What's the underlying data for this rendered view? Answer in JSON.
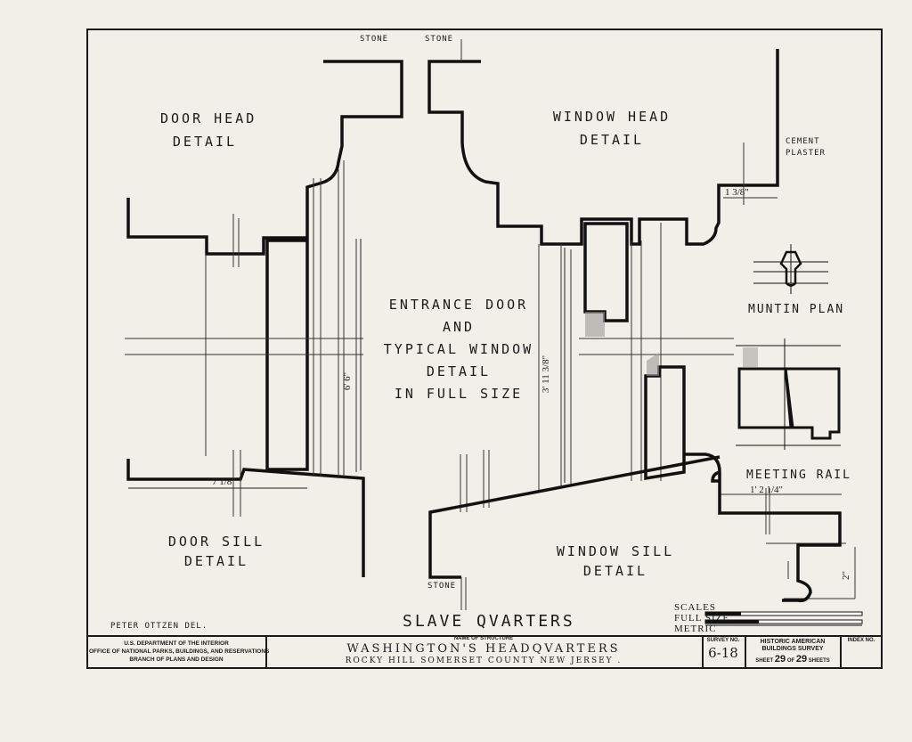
{
  "details": {
    "door_head": [
      "DOOR HEAD",
      "DETAIL"
    ],
    "window_head": [
      "WINDOW HEAD",
      "DETAIL"
    ],
    "entrance": [
      "ENTRANCE DOOR",
      "AND",
      "TYPICAL WINDOW",
      "DETAIL",
      "IN FULL SIZE"
    ],
    "muntin": "MUNTIN PLAN",
    "meeting_rail": "MEETING RAIL",
    "door_sill": [
      "DOOR SILL",
      "DETAIL"
    ],
    "window_sill": [
      "WINDOW SILL",
      "DETAIL"
    ]
  },
  "notes": {
    "stone_1": "STONE",
    "stone_2": "STONE",
    "stone_3": "STONE",
    "cement_plaster": [
      "CEMENT",
      "PLASTER"
    ]
  },
  "dimensions": {
    "door_height": "6' 6\"",
    "window_height": "3' 11 3/8\"",
    "sill_width": "7 1/8\"",
    "head_offset": "1 3/8\"",
    "rail_width": "1' 2 1/4\"",
    "rail_height": "2\""
  },
  "drawing": {
    "delineator": "PETER  OTTZEN  DEL.",
    "sheet_title": "SLAVE  QVARTERS",
    "scales": [
      "SCALES",
      "FULL SIZE",
      "METRIC"
    ]
  },
  "title_block": {
    "agency": [
      "U.S. DEPARTMENT OF THE INTERIOR",
      "OFFICE OF NATIONAL PARKS, BUILDINGS, AND RESERVATIONS",
      "BRANCH OF PLANS AND DESIGN"
    ],
    "name_of_structure_label": "NAME OF STRUCTURE",
    "structure_name": "WASHINGTON'S  HEADQVARTERS",
    "location": "ROCKY HILL  SOMERSET   COUNTY   NEW JERSEY .",
    "survey_label": "SURVEY NO.",
    "survey_no": "6-18",
    "habs_lines": [
      "HISTORIC AMERICAN",
      "BUILDINGS SURVEY"
    ],
    "sheet_prefix": "SHEET",
    "sheet_no": "29",
    "sheet_of": "OF",
    "sheet_total": "29",
    "sheets_word": "SHEETS",
    "index_label": "INDEX NO."
  }
}
